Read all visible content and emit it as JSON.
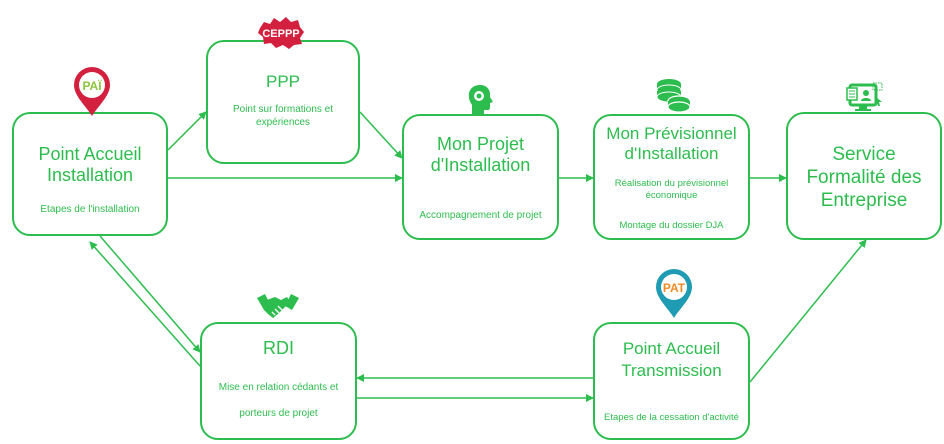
{
  "colors": {
    "accent": "#2dbd4e",
    "brand_red": "#d3203e",
    "pin_teal": "#1f9bb3",
    "pin_orange": "#f08a24",
    "pin_lime": "#8cc63f"
  },
  "icons": {
    "pai_pin": "map-pin-icon",
    "cepp_badge": "cepp-badge-icon",
    "projet": "lightbulb-head-icon",
    "previsionnel": "coins-icon",
    "service": "computer-form-icon",
    "rdi": "handshake-icon",
    "pat_pin": "map-pin-icon"
  },
  "nodes": {
    "pai": {
      "pin_label": "PAÏ",
      "title_line1": "Point Accueil",
      "title_line2": "Installation",
      "sub1": "Etapes de l'installation"
    },
    "ppp": {
      "badge_label": "CEPPP",
      "title": "PPP",
      "sub1": "Point sur formations et",
      "sub2": "expériences"
    },
    "projet": {
      "title_line1": "Mon Projet",
      "title_line2": "d'Installation",
      "sub1": "Accompagnement de projet"
    },
    "previsionnel": {
      "title_line1": "Mon Prévisionnel",
      "title_line2": "d'Installation",
      "sub1": "Réalisation du prévisionnel",
      "sub2": "économique",
      "sub3": "Montage du dossier DJA"
    },
    "service": {
      "title_line1": "Service",
      "title_line2": "Formalité des",
      "title_line3": "Entreprise"
    },
    "rdi": {
      "title": "RDI",
      "sub1": "Mise en relation cédants et",
      "sub2": "porteurs de projet"
    },
    "pat": {
      "pin_label": "PAT",
      "title_line1": "Point Accueil",
      "title_line2": "Transmission",
      "sub1": "Etapes de la cessation d'activité"
    }
  }
}
